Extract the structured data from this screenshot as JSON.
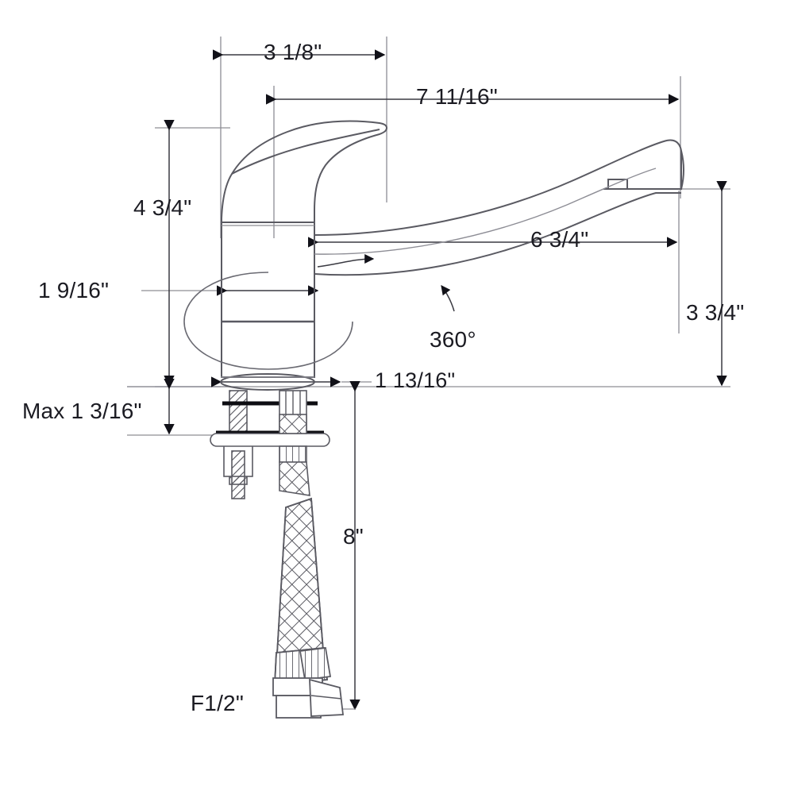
{
  "drawing": {
    "type": "technical-dimension-drawing",
    "subject": "single-handle kitchen faucet with braided supply hose",
    "background_color": "#ffffff",
    "line_color": "#4a4a52",
    "dim_line_color": "#6e6e76",
    "text_color": "#1b1b22"
  },
  "dimensions": {
    "handle_width_top": "3 1/8\"",
    "overall_reach": "7 11/16\"",
    "body_height": "4 3/4\"",
    "body_diameter": "1 9/16\"",
    "spout_reach": "6 3/4\"",
    "spout_height": "3 3/4\"",
    "swivel": "360°",
    "base_diameter": "1 13/16\"",
    "max_deck_thickness": "Max 1 3/16\"",
    "hose_length": "8\"",
    "hose_thread": "F1/2\""
  },
  "labels": [
    {
      "id": "handle-width-top",
      "text": "3 1/8\""
    },
    {
      "id": "overall-reach",
      "text": "7 11/16\""
    },
    {
      "id": "body-height",
      "text": "4 3/4\""
    },
    {
      "id": "body-diameter",
      "text": "1 9/16\""
    },
    {
      "id": "spout-reach",
      "text": "6 3/4\""
    },
    {
      "id": "spout-height",
      "text": "3 3/4\""
    },
    {
      "id": "swivel-angle",
      "text": "360°"
    },
    {
      "id": "base-diameter",
      "text": "1 13/16\""
    },
    {
      "id": "max-deck-thickness",
      "text": "Max 1 3/16\""
    },
    {
      "id": "hose-length",
      "text": "8\""
    },
    {
      "id": "hose-thread",
      "text": "F1/2\""
    }
  ]
}
